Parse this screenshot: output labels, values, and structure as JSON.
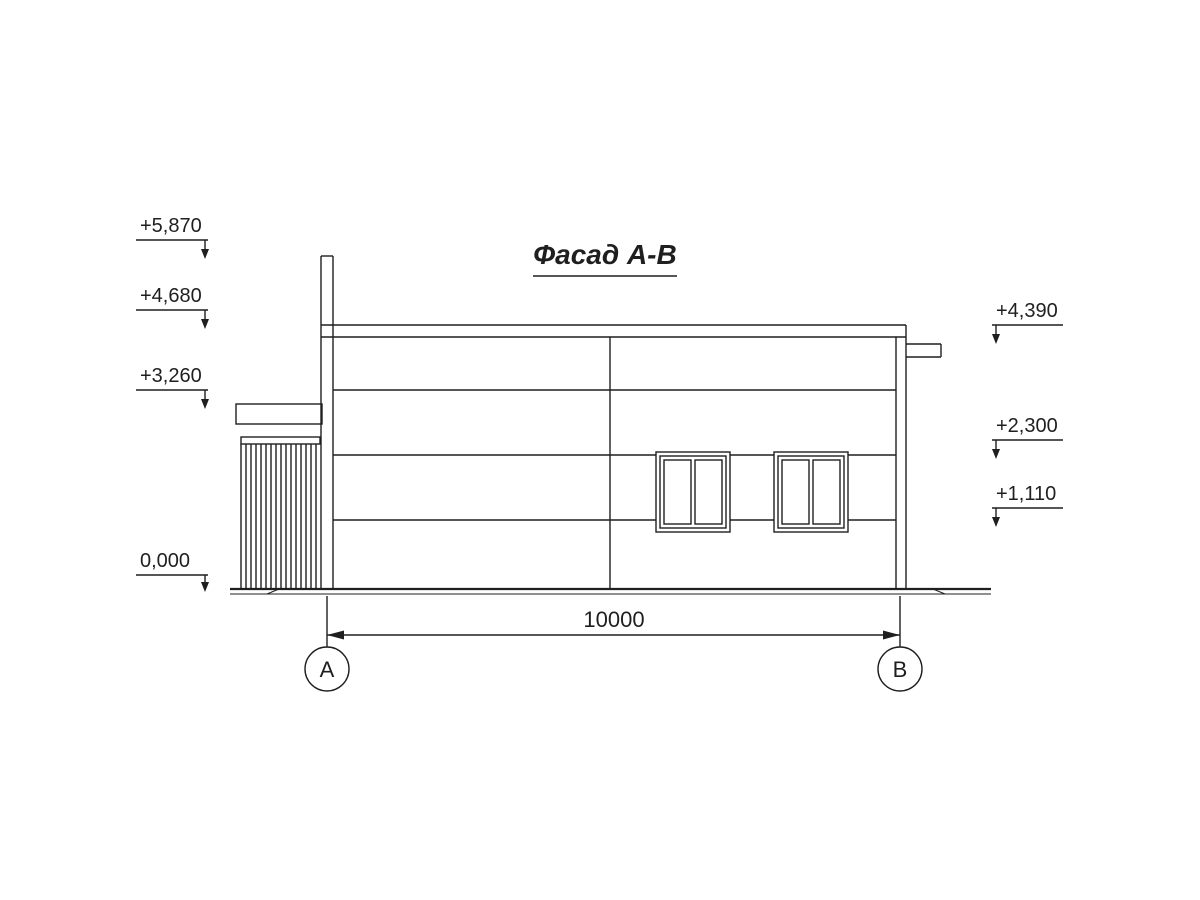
{
  "drawing": {
    "title": "Фасад А-В"
  },
  "elevation_marks": {
    "left": [
      {
        "label": "+5,870"
      },
      {
        "label": "+4,680"
      },
      {
        "label": "+3,260"
      },
      {
        "label": "0,000"
      }
    ],
    "right": [
      {
        "label": "+4,390"
      },
      {
        "label": "+2,300"
      },
      {
        "label": "+1,110"
      }
    ]
  },
  "dimension": {
    "value": "10000"
  },
  "axes": {
    "a": "А",
    "b": "В"
  },
  "colors": {
    "line": "#1f1f1f",
    "background": "#ffffff"
  }
}
